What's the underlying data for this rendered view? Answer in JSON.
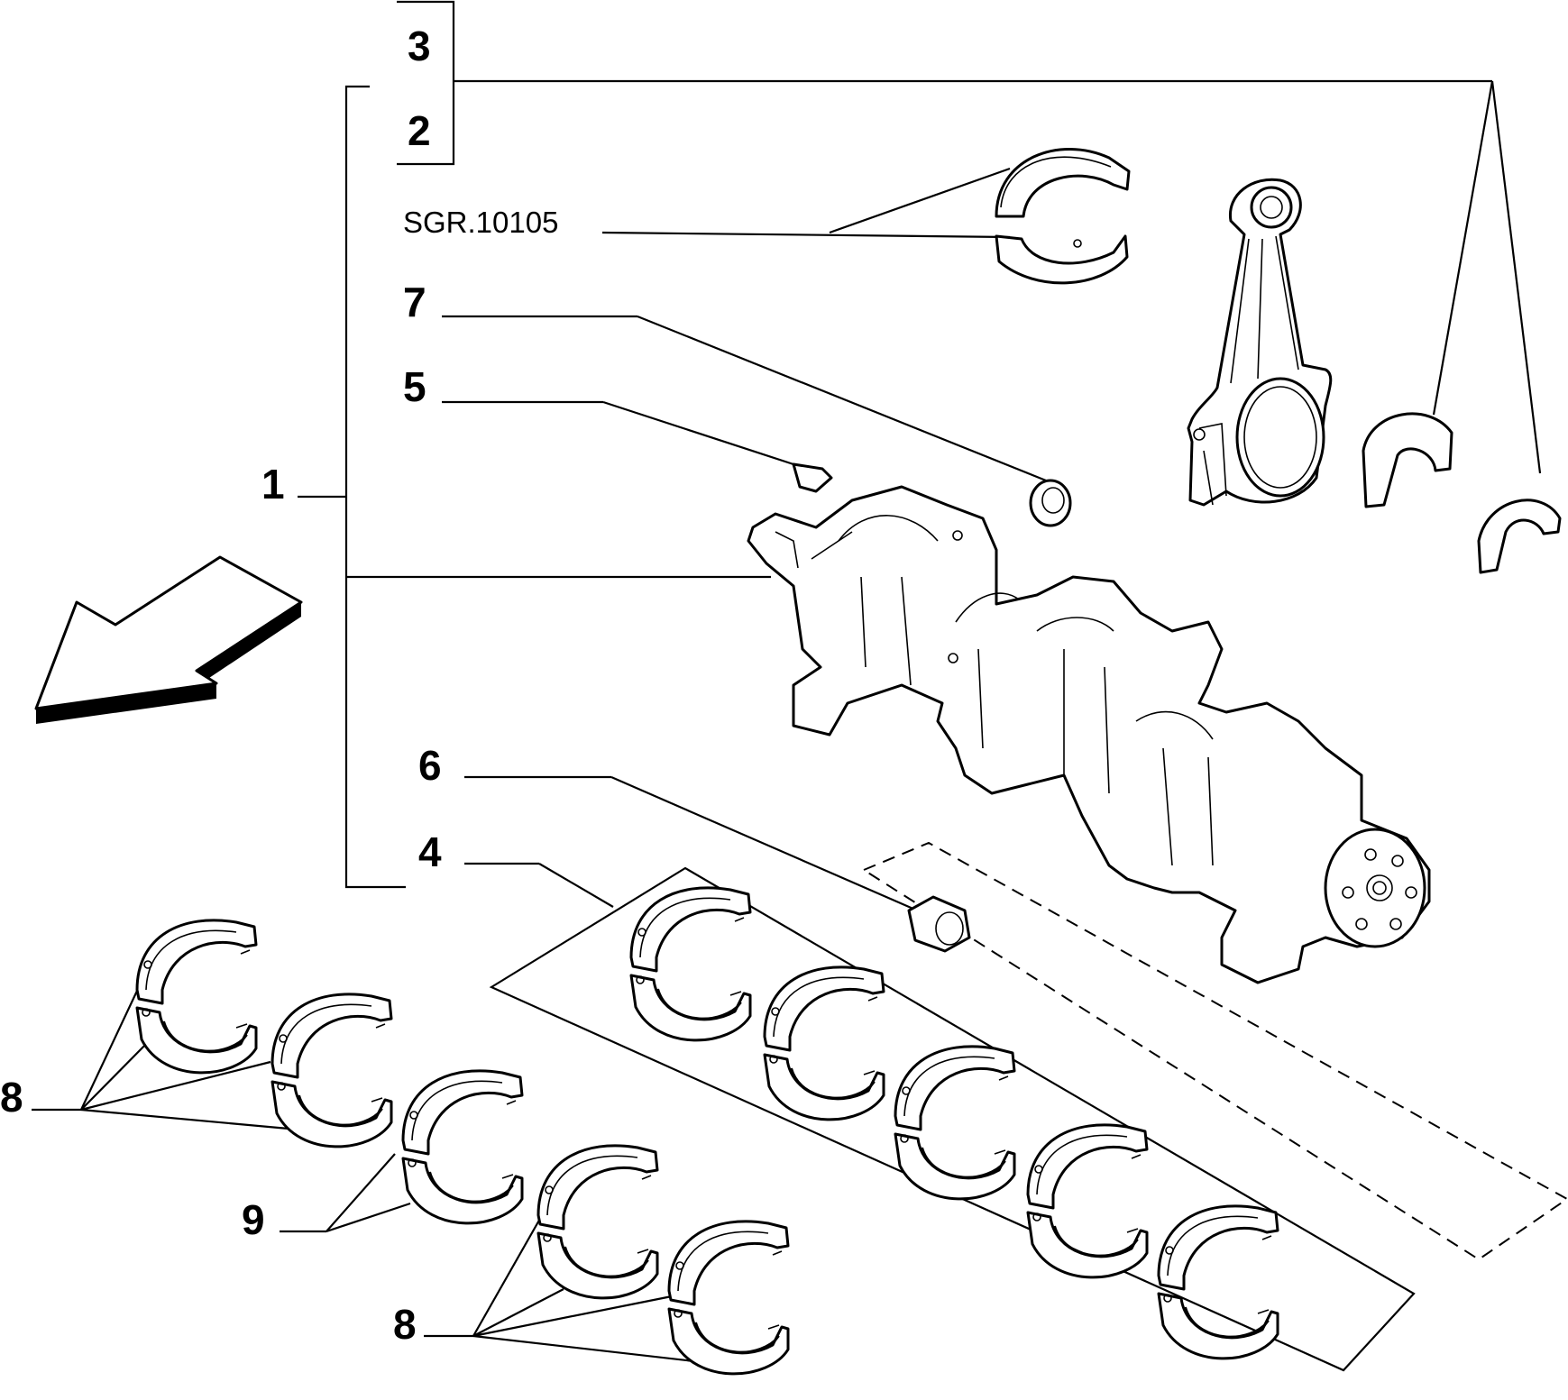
{
  "callouts": {
    "c1": "1",
    "c2": "2",
    "c3": "3",
    "c4": "4",
    "c5": "5",
    "c6": "6",
    "c7": "7",
    "c8a": "8",
    "c8b": "8",
    "c9": "9"
  },
  "reference_code": "SGR.10105",
  "icons": {
    "direction": "direction-arrow-icon"
  }
}
